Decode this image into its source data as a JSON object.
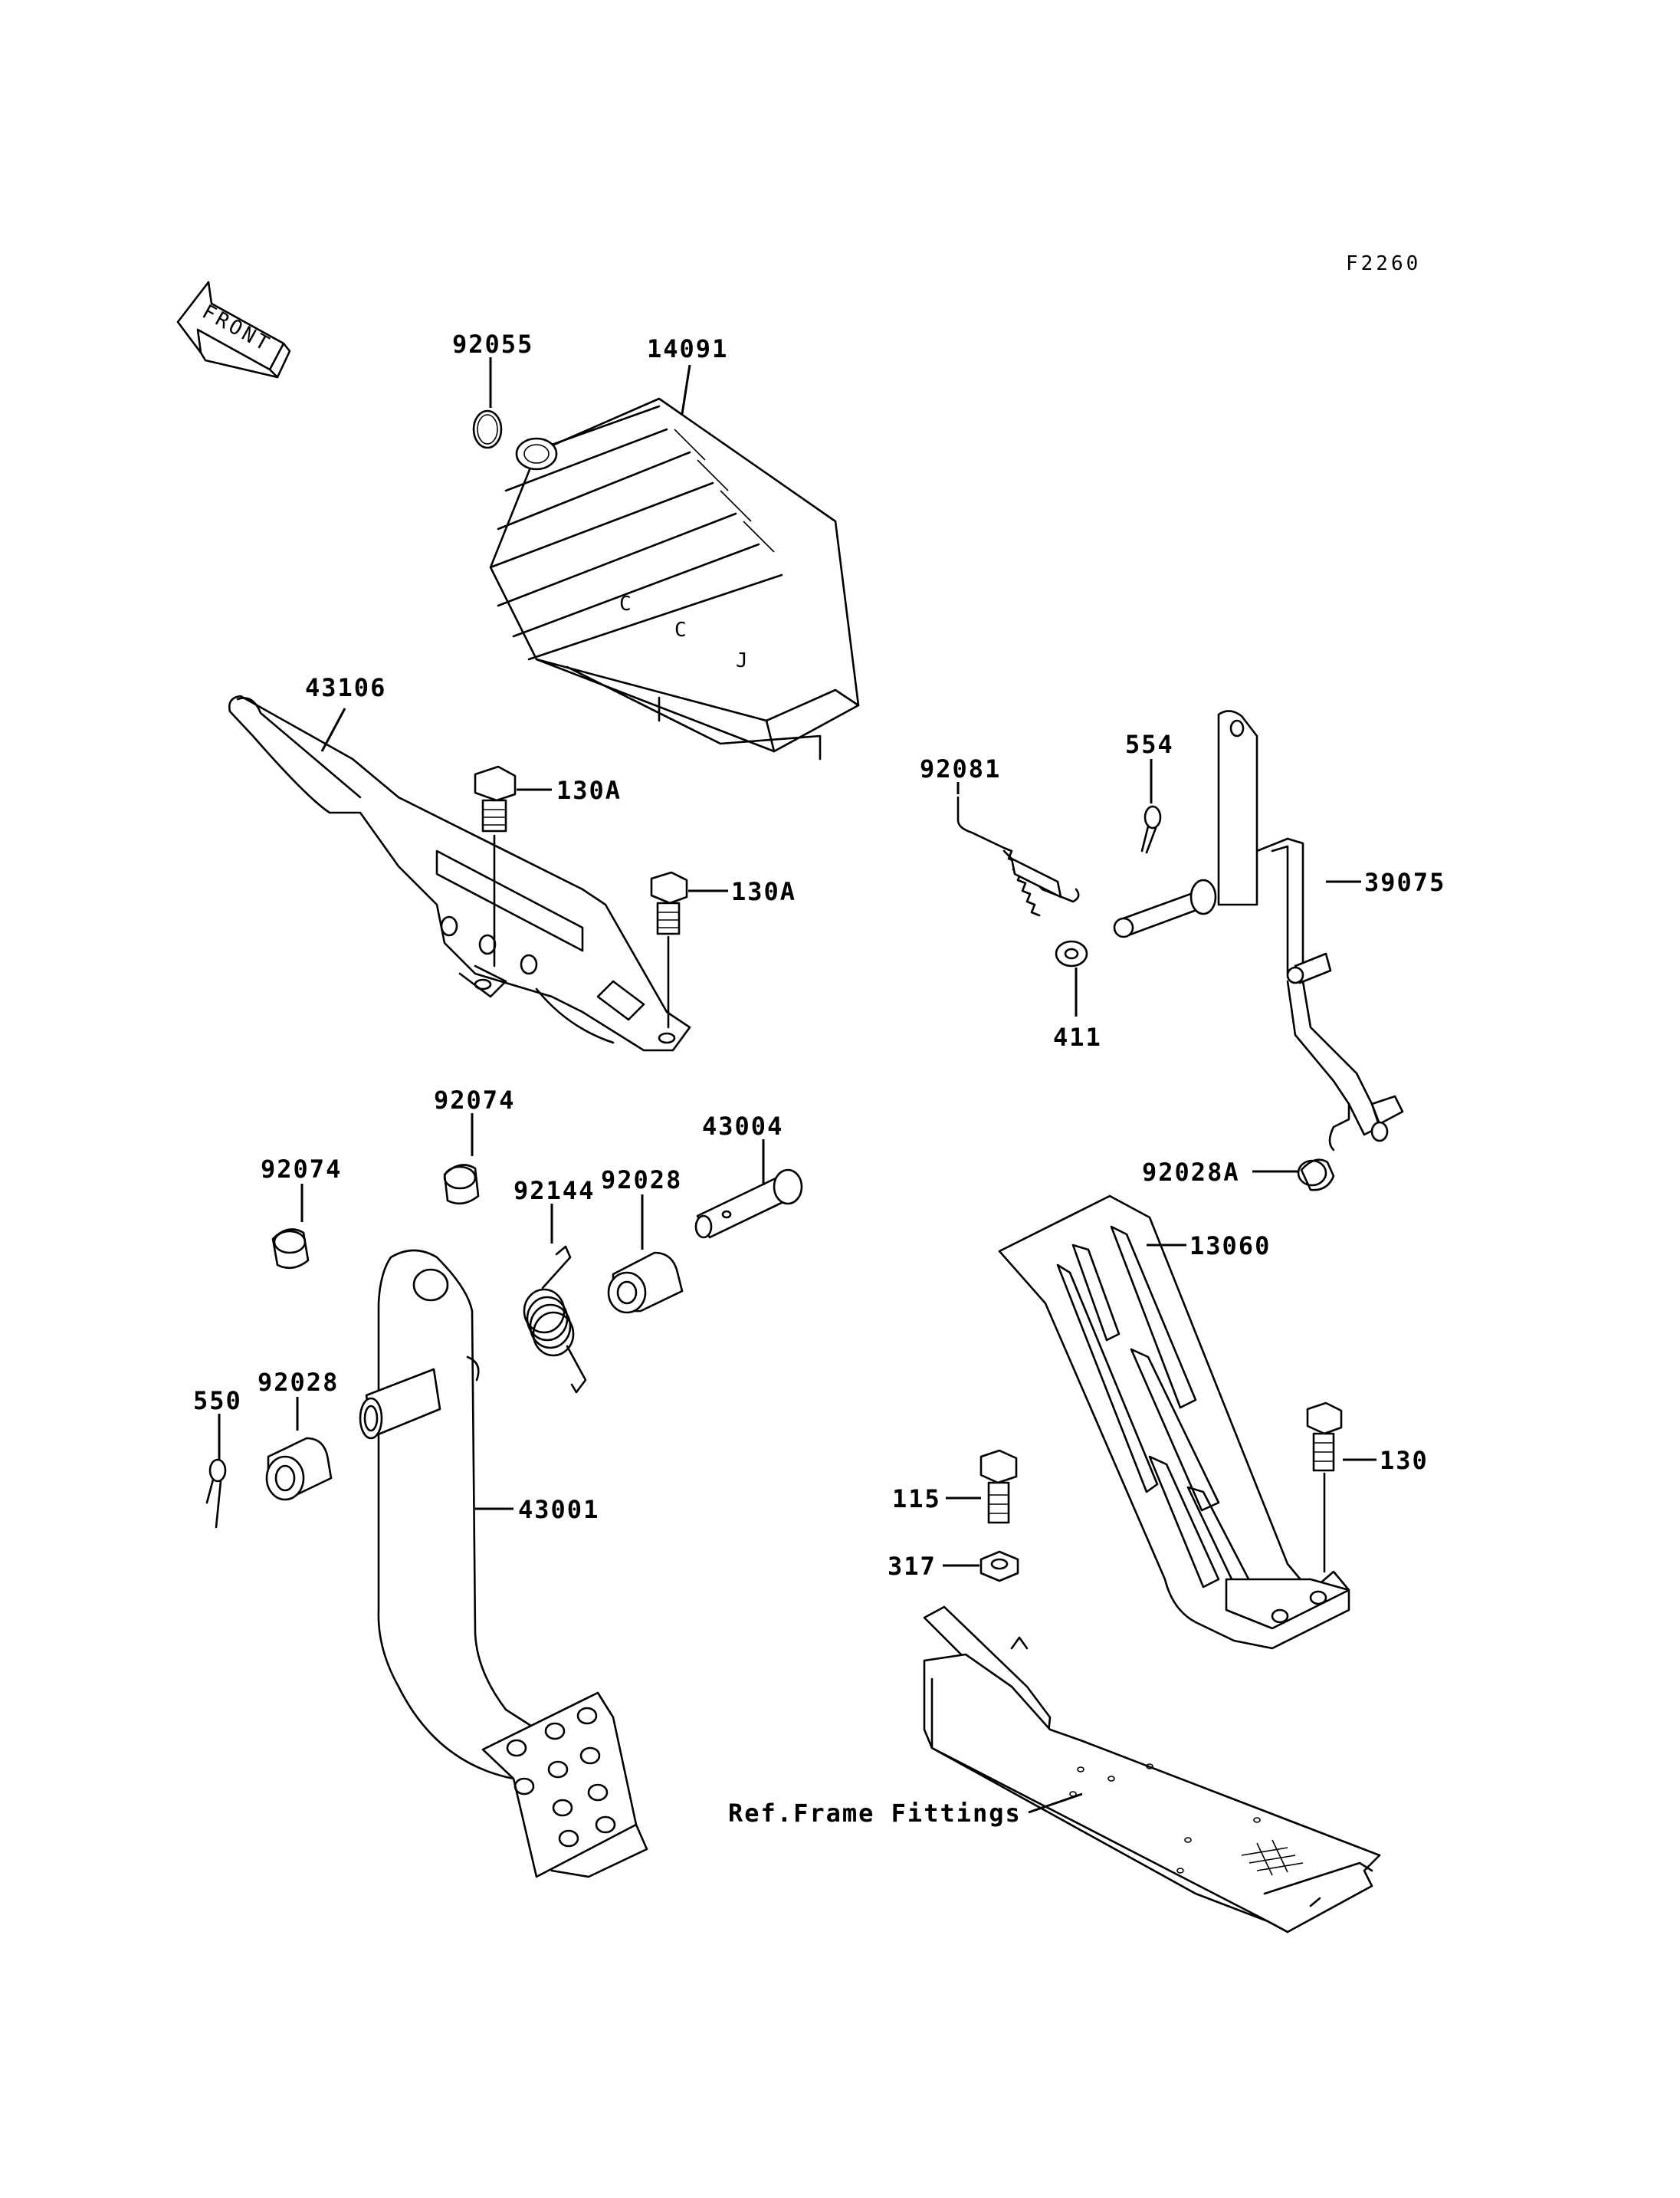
{
  "diagram_code": "F2260",
  "front_arrow_text": "FRONT",
  "labels": {
    "p92055": "92055",
    "p14091": "14091",
    "p43106": "43106",
    "p130A_1": "130A",
    "p130A_2": "130A",
    "p92081": "92081",
    "p554": "554",
    "p39075": "39075",
    "p411": "411",
    "p92074_1": "92074",
    "p92074_2": "92074",
    "p43004": "43004",
    "p92144": "92144",
    "p92028_1": "92028",
    "p92028_2": "92028",
    "p92028A": "92028A",
    "p13060": "13060",
    "p550": "550",
    "p43001": "43001",
    "p130": "130",
    "p115": "115",
    "p317": "317",
    "ref_frame": "Ref.Frame Fittings"
  }
}
